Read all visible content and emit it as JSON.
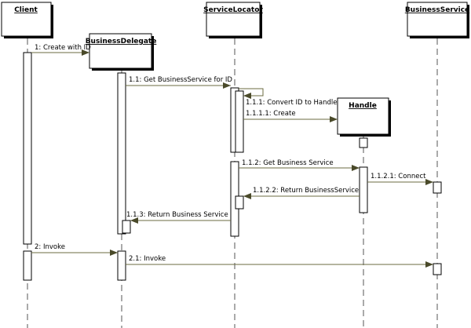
{
  "colors": {
    "lifeline": "#555555",
    "message_line": "#6b6b40",
    "arrowhead": "#4a4a2a",
    "box_fill": "#ffffff",
    "box_stroke": "#000000"
  },
  "objects": [
    {
      "id": "client",
      "label": "Client"
    },
    {
      "id": "delegate",
      "label": "BusinessDelegate"
    },
    {
      "id": "locator",
      "label": "ServiceLocator"
    },
    {
      "id": "handle",
      "label": "Handle"
    },
    {
      "id": "service",
      "label": "BusinessService"
    }
  ],
  "messages": [
    {
      "id": "m1",
      "label": "1: Create with ID",
      "from": "client",
      "to": "delegate"
    },
    {
      "id": "m11",
      "label": "1.1: Get BusinessService for ID",
      "from": "delegate",
      "to": "locator"
    },
    {
      "id": "m111",
      "label": "1.1.1: Convert ID to Handle",
      "from": "locator",
      "to": "locator"
    },
    {
      "id": "m1111",
      "label": "1.1.1.1: Create",
      "from": "locator",
      "to": "handle"
    },
    {
      "id": "m112",
      "label": "1.1.2: Get Business Service",
      "from": "locator",
      "to": "handle"
    },
    {
      "id": "m1121",
      "label": "1.1.2.1: Connect",
      "from": "handle",
      "to": "service"
    },
    {
      "id": "m1122",
      "label": "1.1.2.2: Return BusinessService",
      "from": "handle",
      "to": "locator"
    },
    {
      "id": "m113",
      "label": "1.1.3: Return Business Service",
      "from": "locator",
      "to": "delegate"
    },
    {
      "id": "m2",
      "label": "2: Invoke",
      "from": "client",
      "to": "delegate"
    },
    {
      "id": "m21",
      "label": "2.1: Invoke",
      "from": "delegate",
      "to": "service"
    }
  ]
}
